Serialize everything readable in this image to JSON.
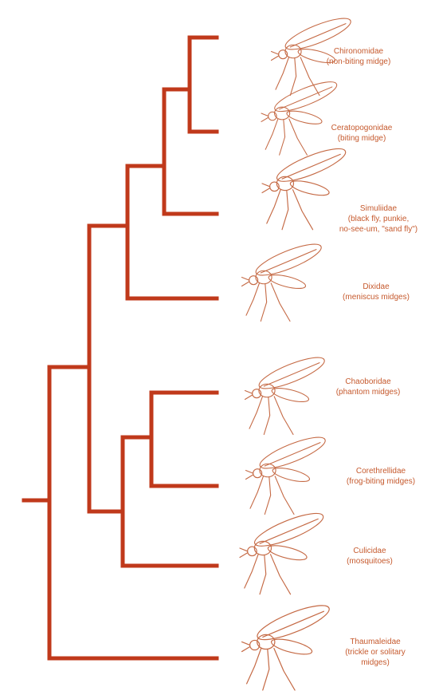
{
  "colors": {
    "tree": "#c0391b",
    "label": "#c65a2e",
    "drawing": "#c56a45"
  },
  "taxa": [
    {
      "id": "chironomidae",
      "name": "Chironomidae",
      "common": [
        "(non-biting midge)"
      ]
    },
    {
      "id": "ceratopogonidae",
      "name": "Ceratopogonidae",
      "common": [
        "(biting midge)"
      ]
    },
    {
      "id": "simuliidae",
      "name": "Simuliidae",
      "common": [
        "(black fly, punkie,",
        "no-see-um, \"sand fly\")"
      ]
    },
    {
      "id": "dixidae",
      "name": "Dixidae",
      "common": [
        "(meniscus midges)"
      ]
    },
    {
      "id": "chaoboridae",
      "name": "Chaoboridae",
      "common": [
        "(phantom midges)"
      ]
    },
    {
      "id": "corethrellidae",
      "name": "Corethrellidae",
      "common": [
        "(frog-biting midges)"
      ]
    },
    {
      "id": "culicidae",
      "name": "Culicidae",
      "common": [
        "(mosquitoes)"
      ]
    },
    {
      "id": "thaumaleidae",
      "name": "Thaumaleidae",
      "common": [
        "(trickle or solitary",
        "midges)"
      ]
    }
  ],
  "illustration_icons": [
    "fly-icon"
  ]
}
